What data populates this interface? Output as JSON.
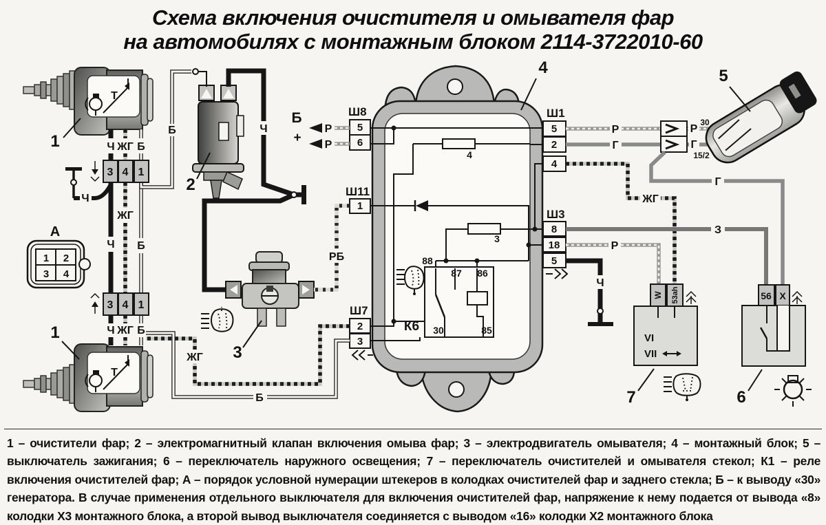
{
  "title": {
    "line1": "Схема включения очистителя и омывателя фар",
    "line2": "на автомобилях с монтажным блоком 2114-3722010-60"
  },
  "legend": {
    "text": "1 – очистители фар; 2 – электромагнитный клапан включения омыва фар; 3 – электродвигатель омывателя; 4 – монтажный блок; 5 – выключатель зажигания; 6 – переключатель наружного освещения; 7 – переключатель очистителей и омывателя стекол; К1 – реле включения очистителей фар; А – порядок условной нумерации штекеров в колодках очистителей фар и заднего стекла; Б – к выводу «30» генератора. В случае применения отдельного выключателя для включения очистителей фар, напряжение к нему подается от вывода «8» колодки Х3 монтажного блока, а второй вывод выключателя соединяется с выводом «16» колодки Х2 монтажного блока"
  },
  "wires": {
    "ch": "Ч",
    "zhg": "ЖГ",
    "b": "Б",
    "r": "Р",
    "rb": "РБ",
    "g": "Г",
    "z": "З"
  },
  "misc": {
    "plus": "+"
  },
  "callouts": {
    "c1": "1",
    "c2": "2",
    "c3": "3",
    "c4": "4",
    "c5": "5",
    "c6": "6",
    "c7": "7"
  },
  "connectors": {
    "sh8": {
      "title": "Ш8",
      "pins": [
        "5",
        "6"
      ]
    },
    "sh11": {
      "title": "Ш11",
      "pins": [
        "1"
      ]
    },
    "sh7": {
      "title": "Ш7",
      "pins": [
        "2",
        "3"
      ]
    },
    "sh1": {
      "title": "Ш1",
      "pins": [
        "5",
        "2",
        "4"
      ]
    },
    "sh3": {
      "title": "Ш3",
      "pins": [
        "8",
        "18",
        "5"
      ]
    },
    "wiper_block": {
      "pins": [
        "3",
        "4",
        "1"
      ]
    },
    "a": {
      "title": "А",
      "cells": [
        "1",
        "2",
        "3",
        "4"
      ]
    }
  },
  "relay": {
    "name": "К6",
    "p88": "88",
    "p87": "87",
    "p86": "86",
    "p30": "30",
    "p85": "85"
  },
  "fuses": {
    "f4": "4",
    "f3": "3"
  },
  "ignition": {
    "t30": "30",
    "t15": "15/2"
  },
  "switch7": {
    "w": "W",
    "s53": "53ah",
    "vi": "VI",
    "vii": "VII"
  },
  "switch6": {
    "t56": "56",
    "tx": "X"
  },
  "motor": {
    "t": "Т"
  },
  "colors": {
    "paper": "#f6f5f1",
    "ink": "#161616",
    "gray_wire": "#8a8a8a",
    "block_fill": "#b9b9b7"
  }
}
